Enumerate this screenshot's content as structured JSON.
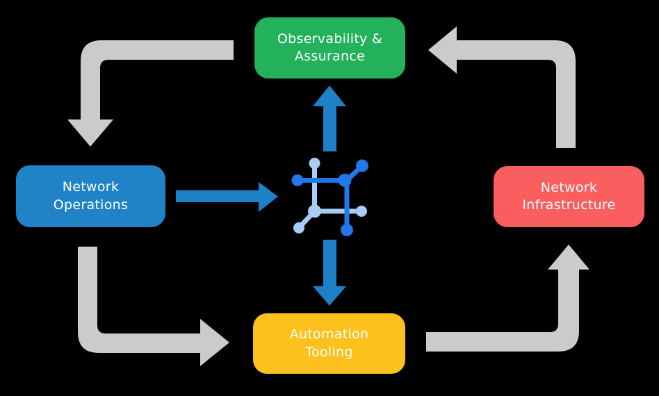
{
  "colors": {
    "background": "#000000",
    "node-green": "#23B15B",
    "node-blue": "#2083C8",
    "node-red": "#FA5E5E",
    "node-yellow": "#FCC11D",
    "arrow-gray": "#CBCBCB",
    "arrow-blue": "#1E81C8",
    "icon-dark-blue": "#2278E8",
    "icon-light-blue": "#A8CCF5",
    "text": "#FFFFFF"
  },
  "nodes": {
    "observability": {
      "line1": "Observability &",
      "line2": "Assurance"
    },
    "operations": {
      "line1": "Network",
      "line2": "Operations"
    },
    "infrastructure": {
      "line1": "Network",
      "line2": "Infrastructure"
    },
    "automation": {
      "line1": "Automation",
      "line2": "Tooling"
    }
  },
  "icons": {
    "center": "network-mesh-icon"
  },
  "flows": [
    {
      "from": "Observability & Assurance",
      "to": "Network Operations",
      "style": "gray-elbow-arrow"
    },
    {
      "from": "Network Infrastructure",
      "to": "Observability & Assurance",
      "style": "gray-elbow-arrow"
    },
    {
      "from": "Network Operations",
      "to": "Automation Tooling",
      "style": "gray-elbow-arrow"
    },
    {
      "from": "Automation Tooling",
      "to": "Network Infrastructure",
      "style": "gray-elbow-arrow"
    },
    {
      "from": "Network Operations",
      "to": "center-icon",
      "style": "blue-straight-arrow"
    },
    {
      "from": "center-icon",
      "to": "Observability & Assurance",
      "style": "blue-straight-arrow"
    },
    {
      "from": "center-icon",
      "to": "Automation Tooling",
      "style": "blue-straight-arrow"
    }
  ]
}
